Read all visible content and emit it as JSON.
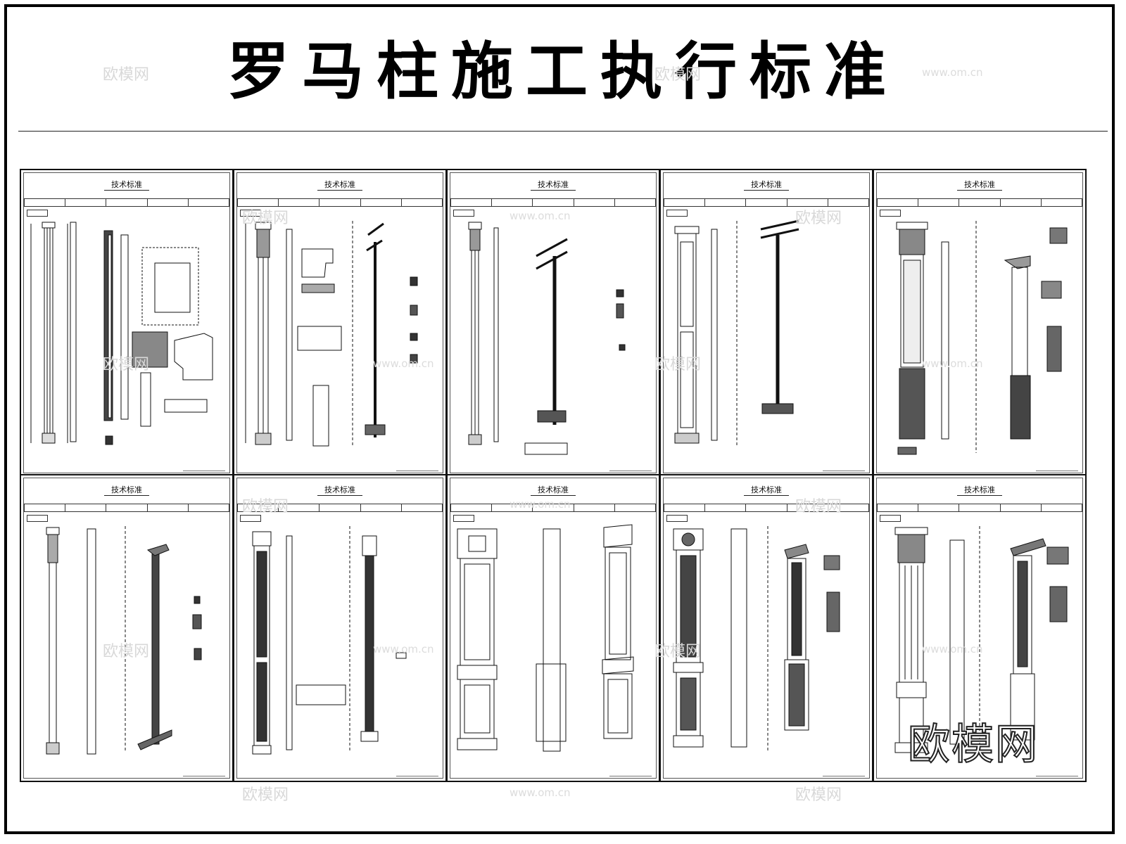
{
  "page": {
    "title": "罗马柱施工执行标准"
  },
  "sheets": [
    {
      "title": "技术标准"
    },
    {
      "title": "技术标准"
    },
    {
      "title": "技术标准"
    },
    {
      "title": "技术标准"
    },
    {
      "title": "技术标准"
    },
    {
      "title": "技术标准"
    },
    {
      "title": "技术标准"
    },
    {
      "title": "技术标准"
    },
    {
      "title": "技术标准"
    },
    {
      "title": "技术标准"
    }
  ],
  "watermark": {
    "brand": "欧模网",
    "url": "www.om.cn"
  }
}
